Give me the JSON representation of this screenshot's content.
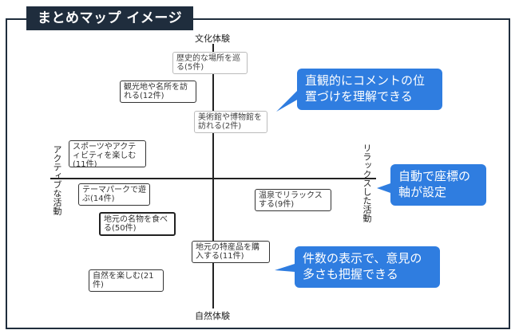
{
  "title": "まとめマップ イメージ",
  "axes": {
    "top": "文化体験",
    "bottom": "自然体験",
    "left": "アクティブな活動",
    "right": "リラックスした活動"
  },
  "items": [
    {
      "text": "歴史的な場所を巡る(5件)"
    },
    {
      "text": "観光地や名所を訪れる(12件)"
    },
    {
      "text": "美術館や博物館を訪れる(2件)"
    },
    {
      "text": "スポーツやアクティビティを楽しむ(11件)"
    },
    {
      "text": "テーマパークで遊ぶ(14件)"
    },
    {
      "text": "地元の名物を食べる(50件)"
    },
    {
      "text": "温泉でリラックスする(9件)"
    },
    {
      "text": "地元の特産品を購入する(11件)"
    },
    {
      "text": "自然を楽しむ(21件)"
    }
  ],
  "callouts": [
    {
      "text": "直観的にコメントの位置づけを理解できる"
    },
    {
      "text": "自動で座標の軸が設定"
    },
    {
      "text": "件数の表示で、意見の多さも把握できる"
    }
  ],
  "colors": {
    "frame": "#1f2d3d",
    "callout": "#2f7de0"
  }
}
